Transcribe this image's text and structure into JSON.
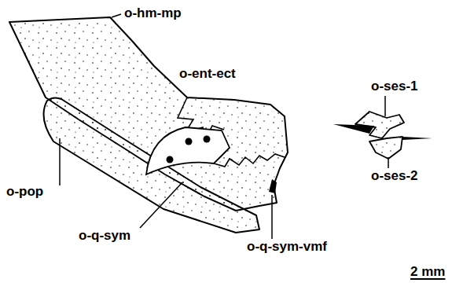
{
  "diagram": {
    "labels": [
      "o-hm-mp",
      "o-ent-ect",
      "o-ses-1",
      "o-ses-2",
      "o-pop",
      "o-q-sym",
      "o-q-sym-vmf",
      "2 mm"
    ]
  }
}
